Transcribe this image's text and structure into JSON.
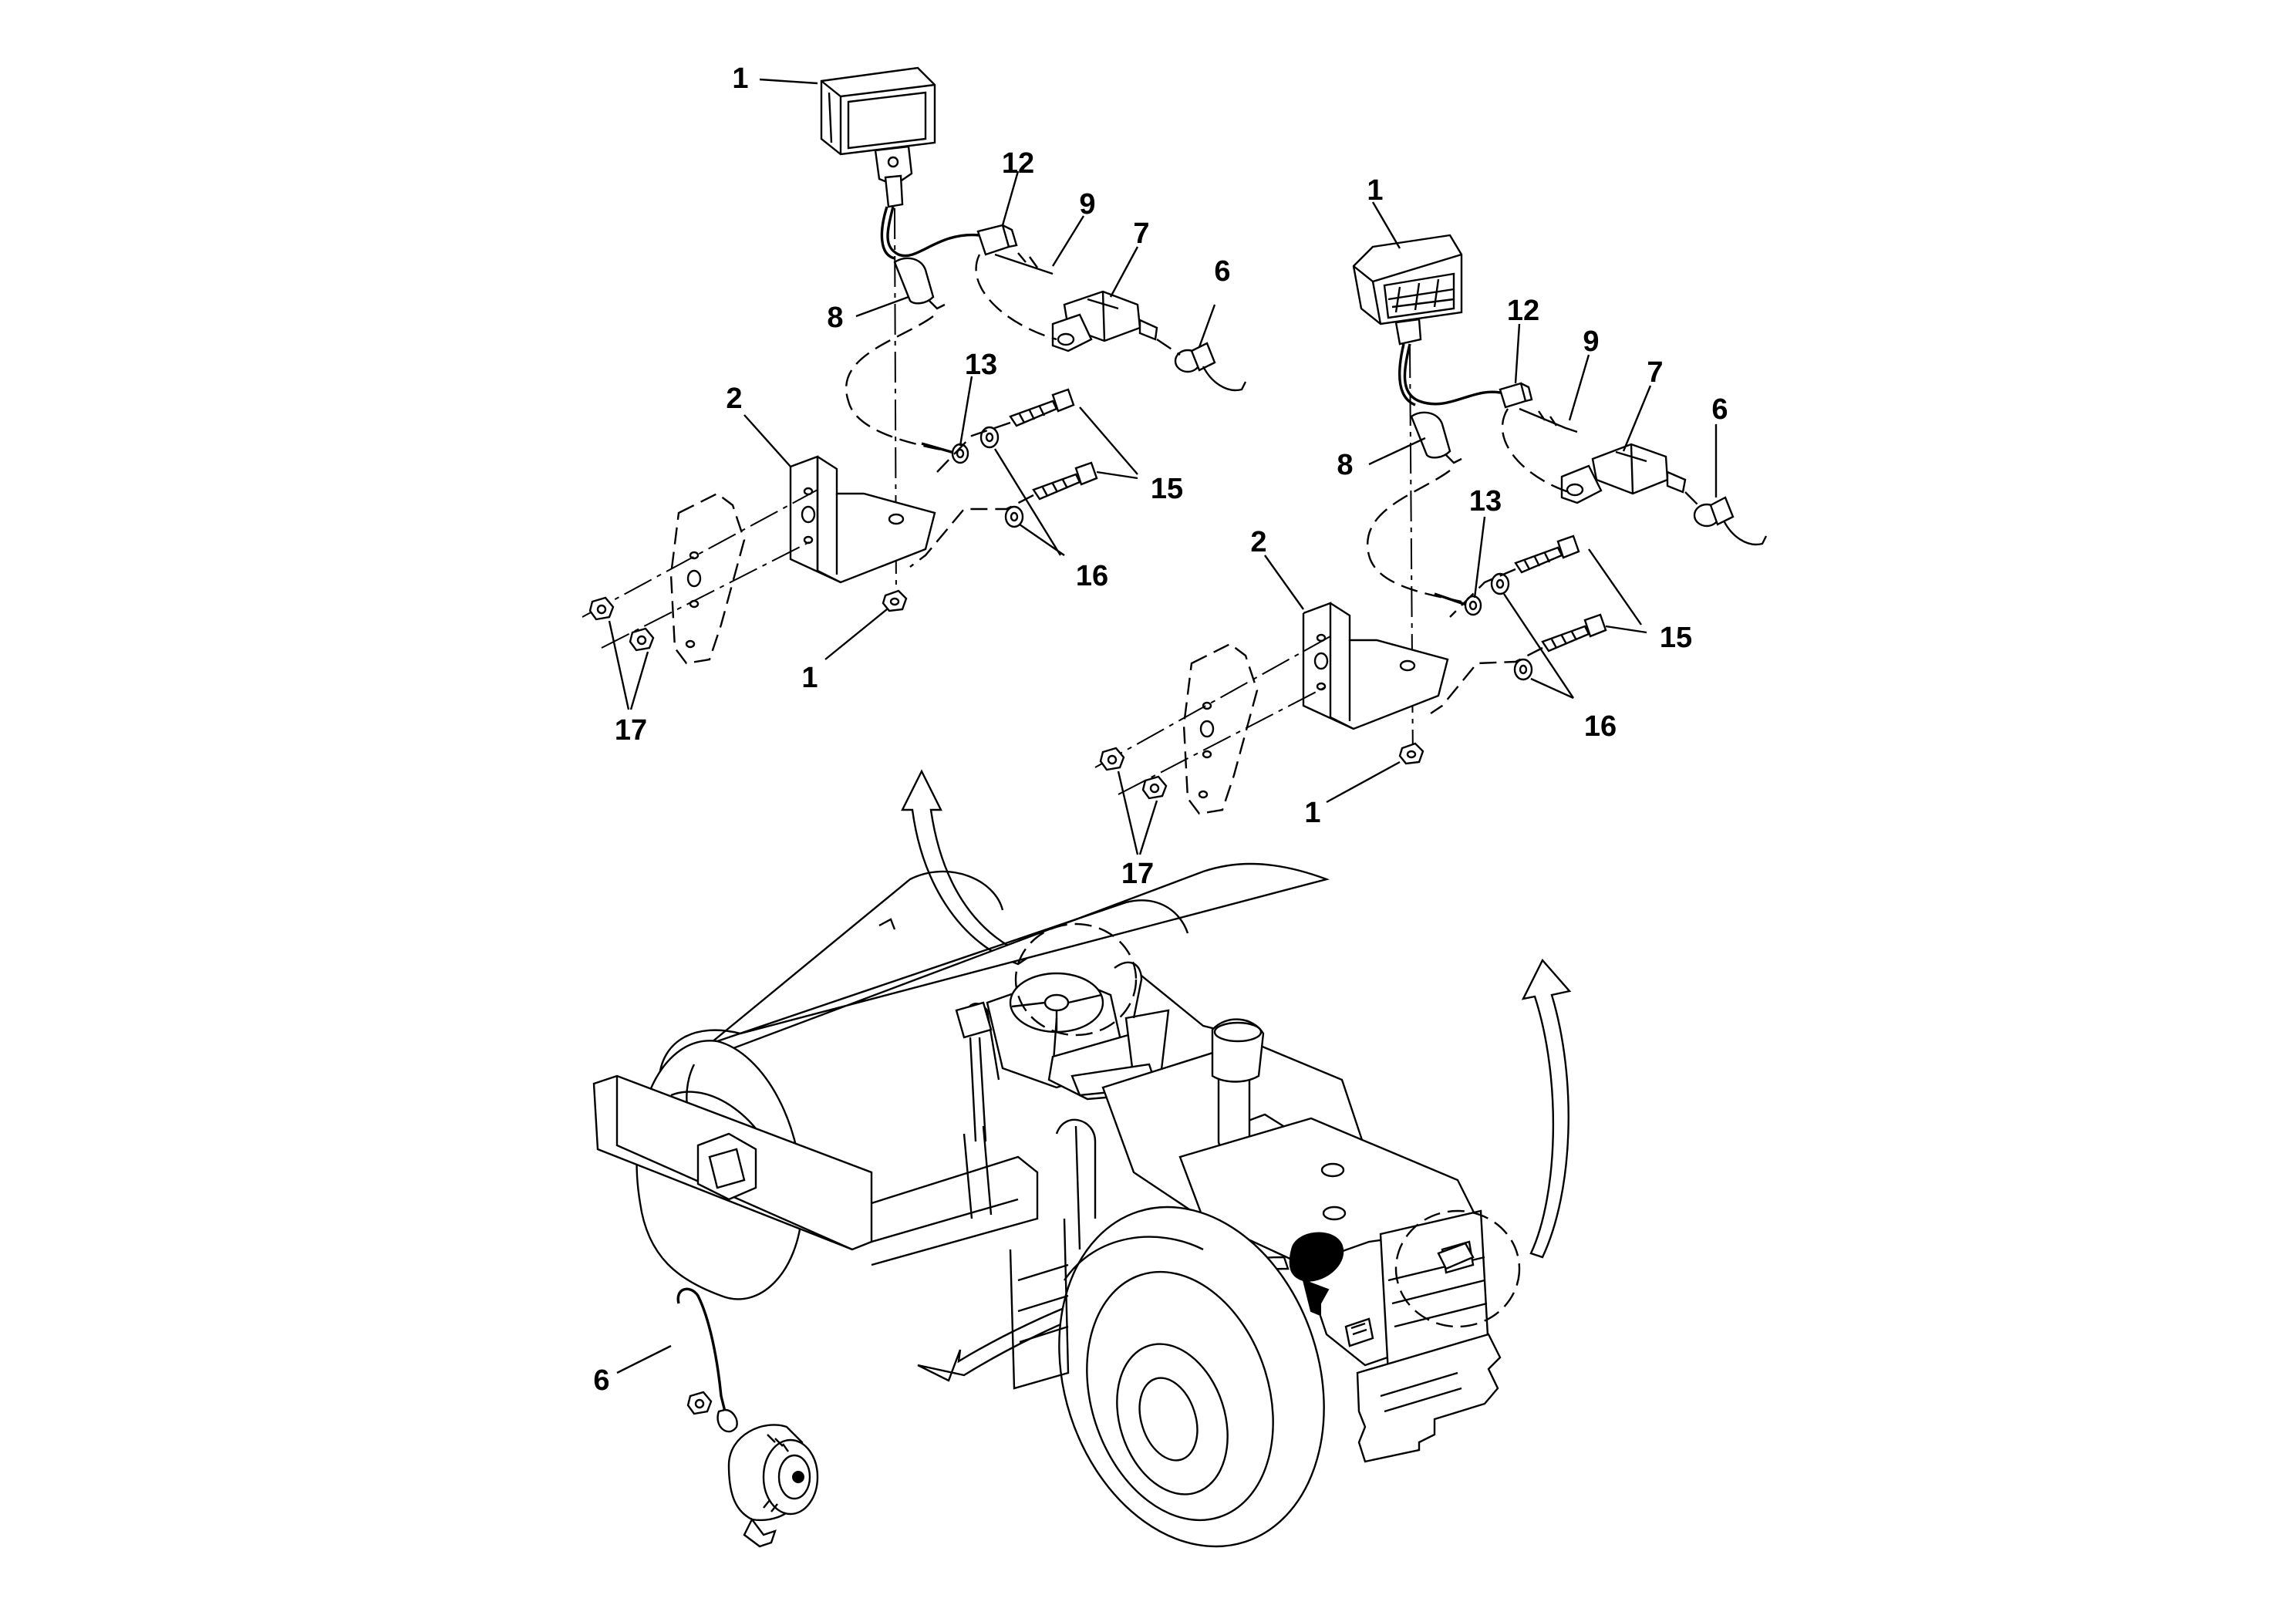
{
  "callouts": {
    "a1_top": "1",
    "a12": "12",
    "a9": "9",
    "a7": "7",
    "a6": "6",
    "a8": "8",
    "a13": "13",
    "a2": "2",
    "a15": "15",
    "a16": "16",
    "a1_bottom": "1",
    "a17": "17",
    "b1_top": "1",
    "b12": "12",
    "b9": "9",
    "b7": "7",
    "b6": "6",
    "b8": "8",
    "b13": "13",
    "b2": "2",
    "b15": "15",
    "b16": "16",
    "b1_bottom": "1",
    "b17": "17",
    "c6": "6"
  }
}
